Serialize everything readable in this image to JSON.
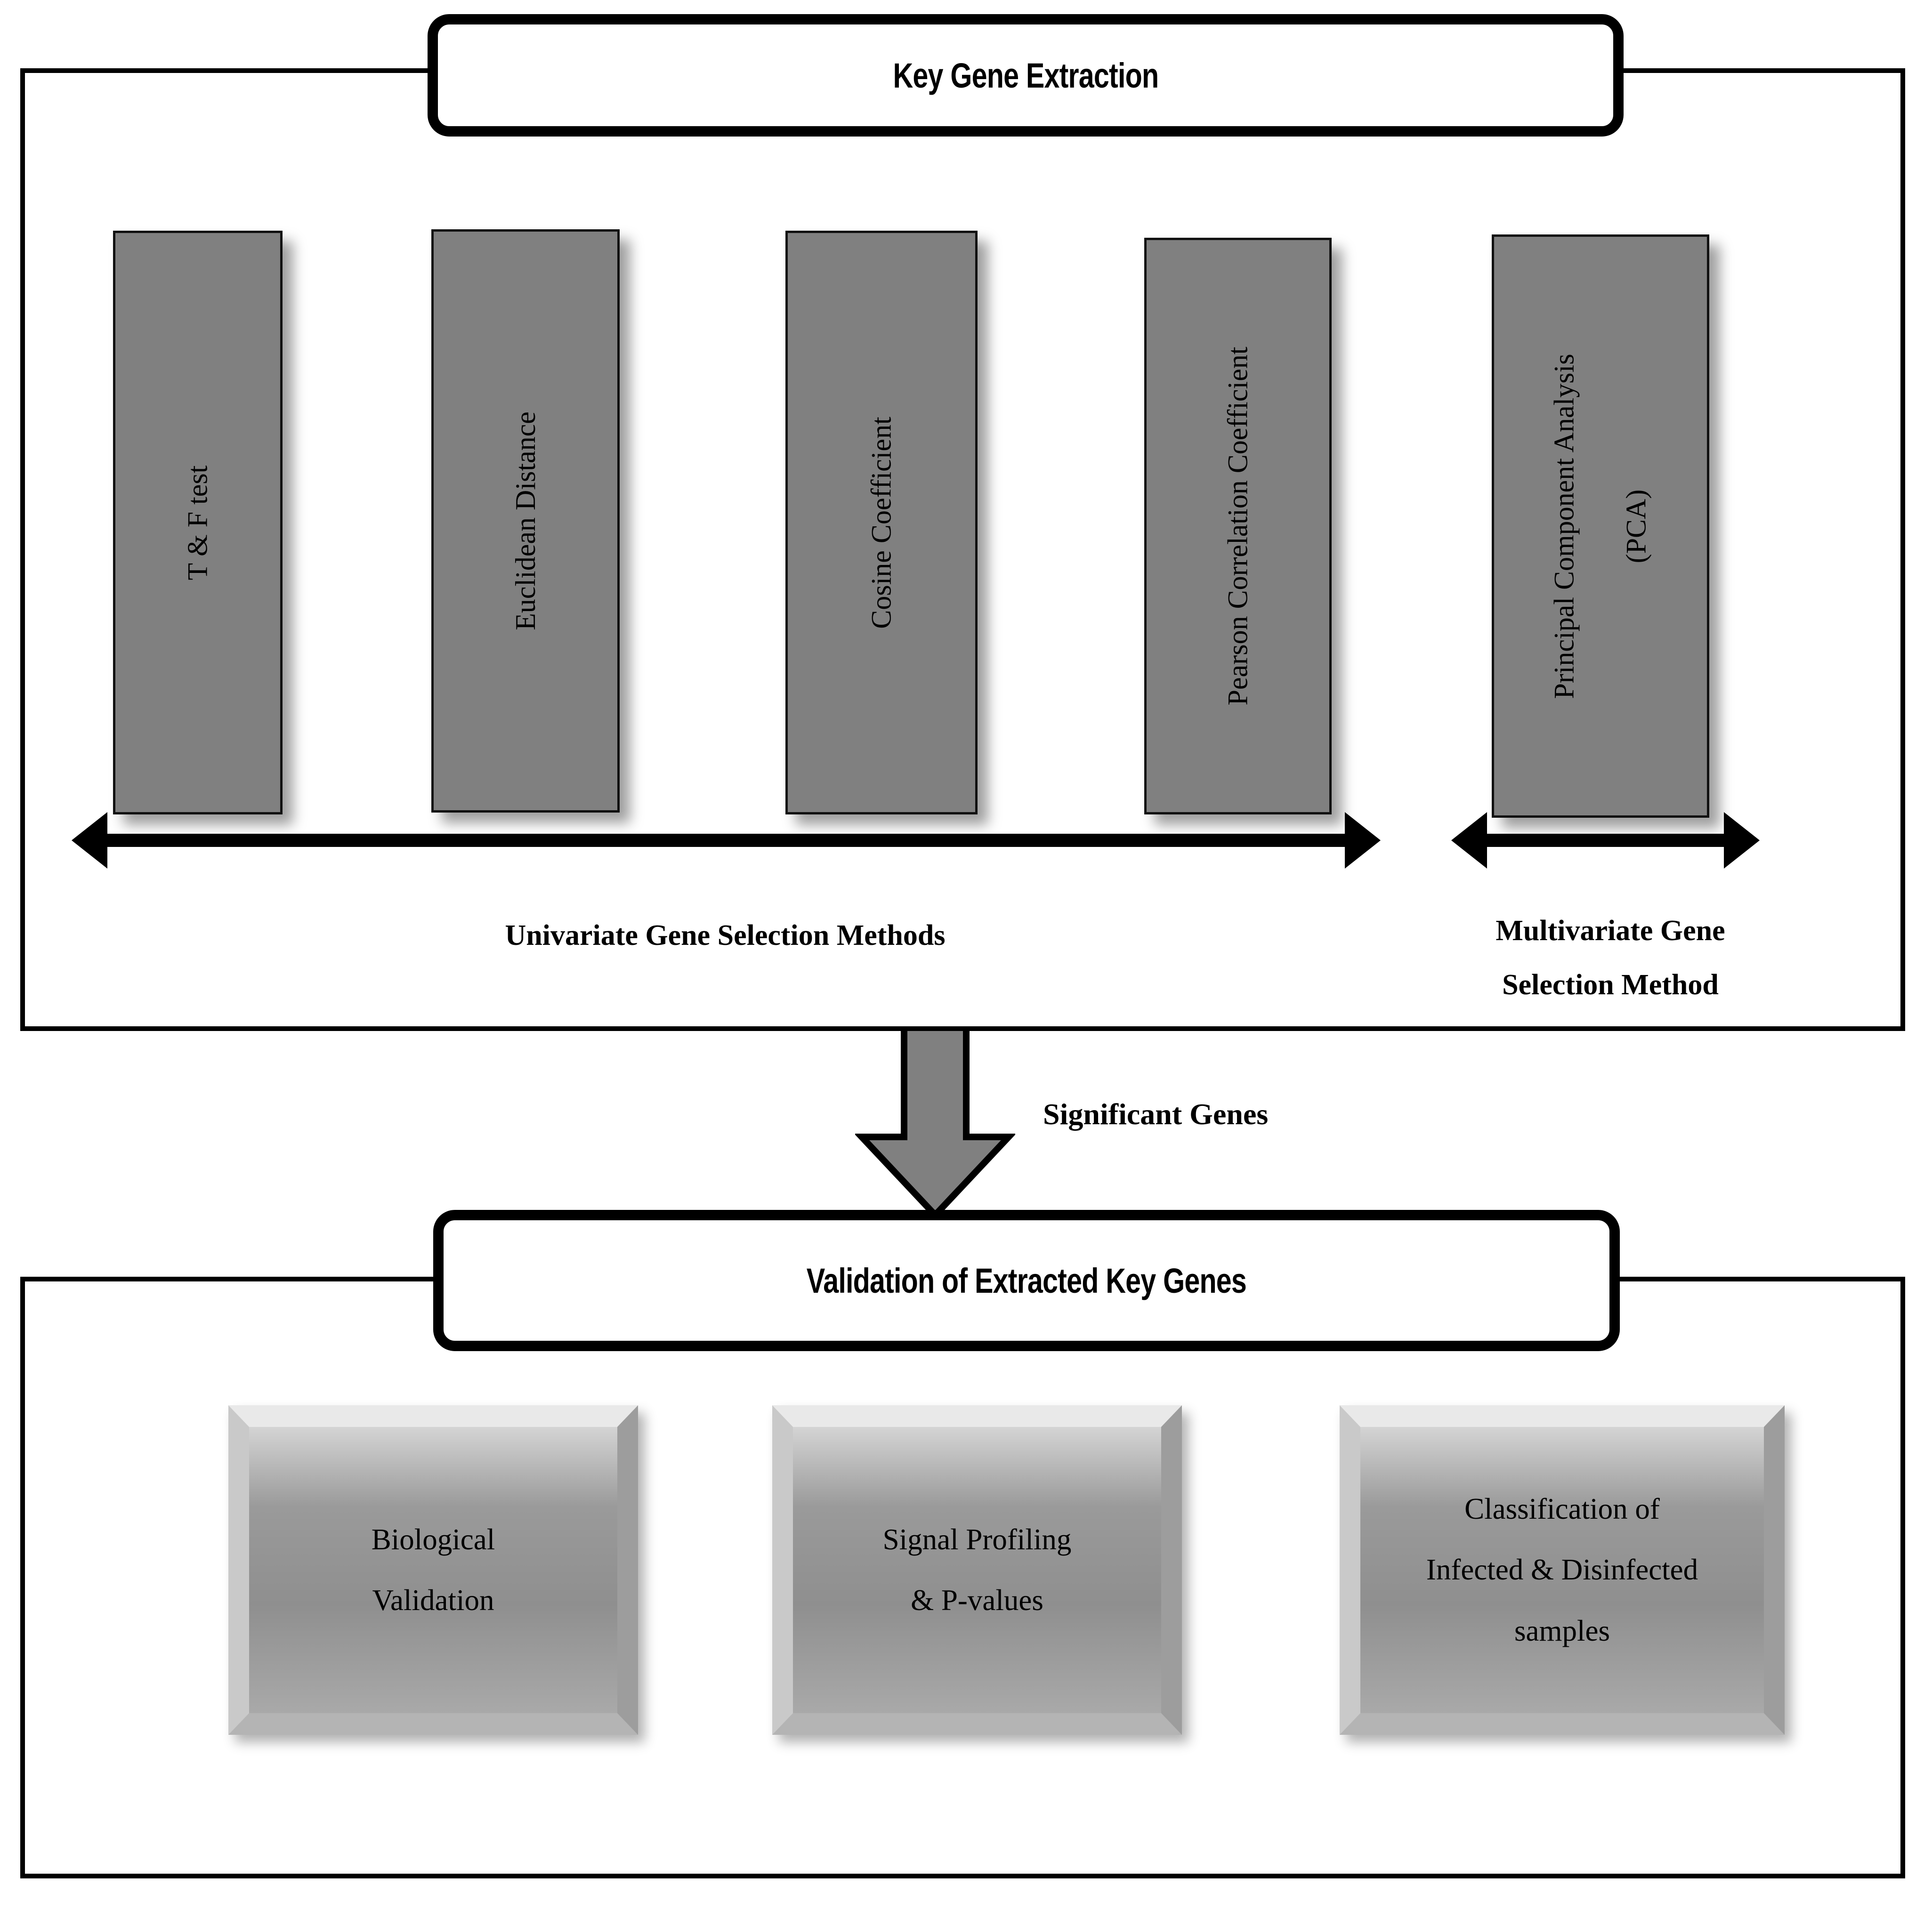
{
  "sections": {
    "key_gene_extraction": {
      "title": "Key Gene Extraction",
      "methods": [
        {
          "label": "T & F test"
        },
        {
          "label": "Euclidean Distance"
        },
        {
          "label": "Cosine Coefficient"
        },
        {
          "label": "Pearson Correlation Coefficient"
        },
        {
          "label_line1": "Principal Component Analysis",
          "label_line2": "(PCA)"
        }
      ],
      "group_labels": {
        "univariate": "Univariate Gene Selection Methods",
        "multivariate_line1": "Multivariate Gene",
        "multivariate_line2": "Selection Method"
      }
    },
    "connector": {
      "label": "Significant Genes",
      "direction": "down"
    },
    "validation": {
      "title": "Validation of Extracted Key Genes",
      "boxes": [
        {
          "line1": "Biological",
          "line2": "Validation"
        },
        {
          "line1": "Signal Profiling",
          "line2": "& P-values"
        },
        {
          "line1": "Classification of",
          "line2": "Infected & Disinfected",
          "line3": "samples"
        }
      ]
    }
  },
  "colors": {
    "bar_fill": "#808080",
    "bar_border": "#111111",
    "frame": "#000000",
    "arrow_fill": "#808080",
    "bevel_face": "#9a9a9a",
    "background": "#ffffff"
  }
}
